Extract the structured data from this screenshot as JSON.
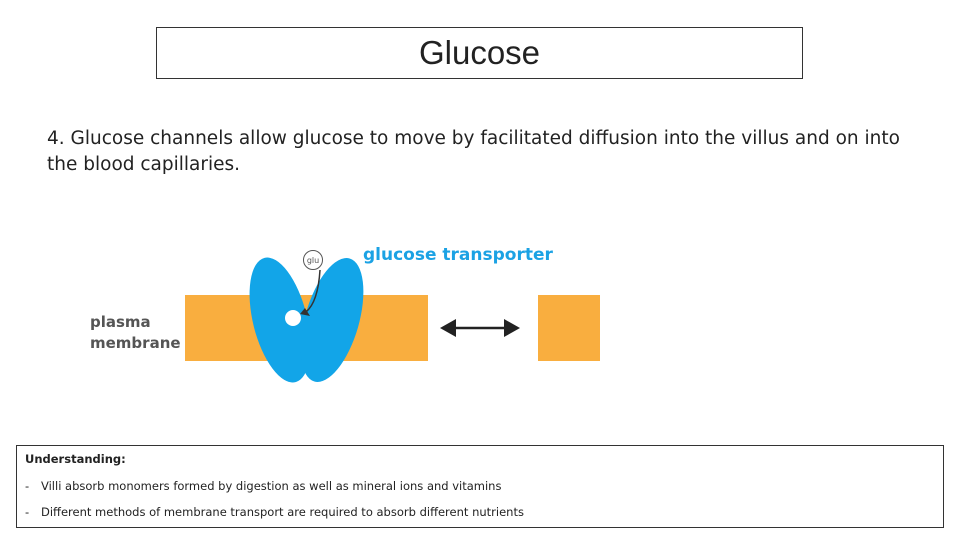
{
  "title": "Glucose",
  "body_text": "4. Glucose channels allow glucose to move by facilitated diffusion into the villus and on into the blood capillaries.",
  "diagram": {
    "transporter_label": "glucose transporter",
    "membrane_label_line1": "plasma",
    "membrane_label_line2": "membrane",
    "molecule_label": "glu",
    "colors": {
      "membrane": "#f9ae3f",
      "protein": "#12a5e8",
      "label_blue": "#1ba2e4",
      "label_dark": "#555555"
    }
  },
  "understanding": {
    "heading": "Understanding:",
    "items": [
      "Villi absorb monomers formed by digestion as well as mineral ions and vitamins",
      "Different methods of membrane transport are required to absorb different nutrients"
    ]
  }
}
